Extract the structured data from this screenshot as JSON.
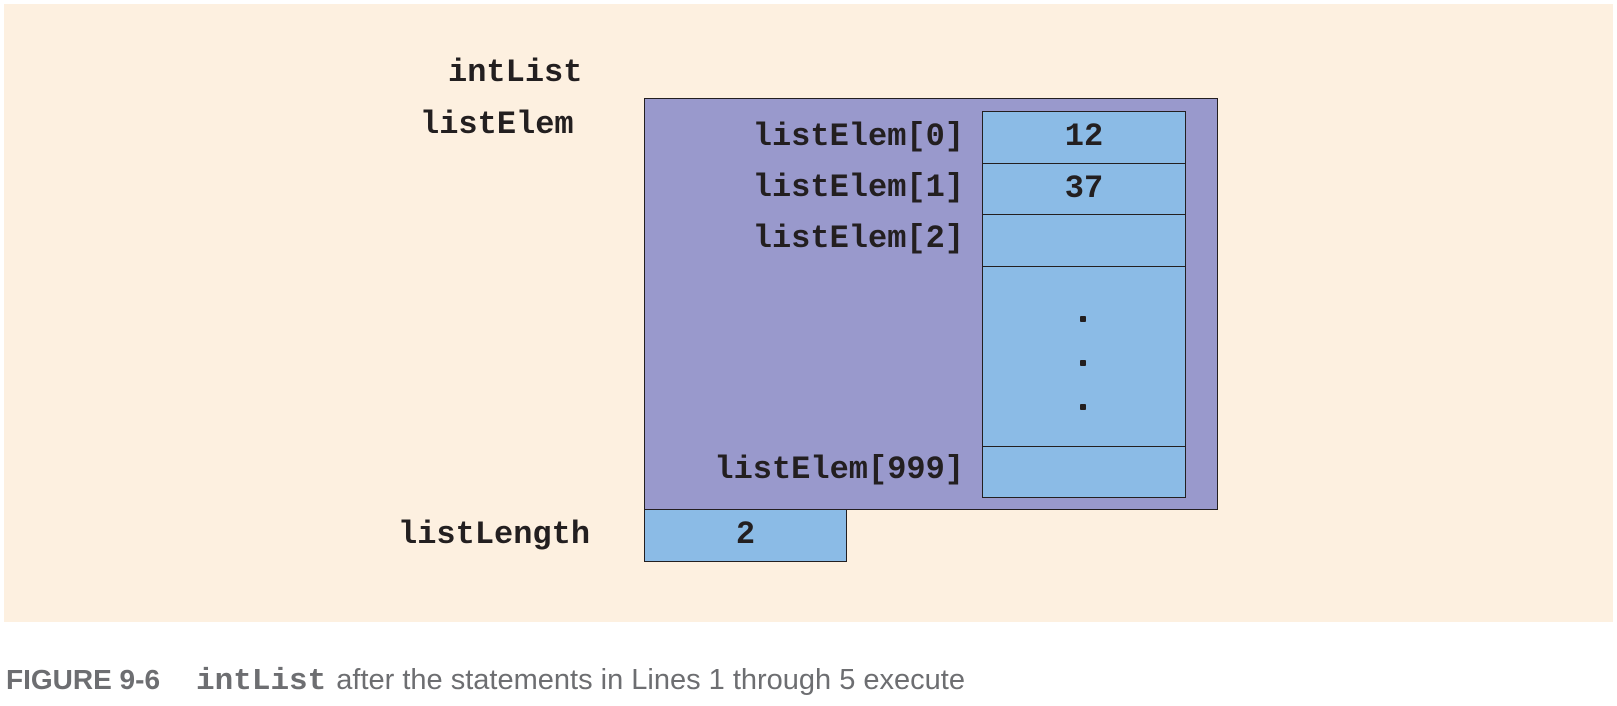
{
  "diagram": {
    "struct_name": "intList",
    "member_array_name": "listElem",
    "member_length_name": "listLength",
    "array_rows": [
      {
        "label": "listElem[0]",
        "value": "12"
      },
      {
        "label": "listElem[1]",
        "value": "37"
      },
      {
        "label": "listElem[2]",
        "value": ""
      },
      {
        "label": "listElem[999]",
        "value": ""
      }
    ],
    "ellipsis": "...",
    "list_length_value": "2",
    "colors": {
      "background": "#fdf0e0",
      "struct_fill": "#9999cc",
      "cell_fill": "#8bbbe6",
      "border": "#231f20",
      "caption": "#6d6e71"
    }
  },
  "caption": {
    "figure_label": "FIGURE 9-6",
    "code": "intList",
    "text": "after the statements in Lines 1 through 5 execute"
  }
}
